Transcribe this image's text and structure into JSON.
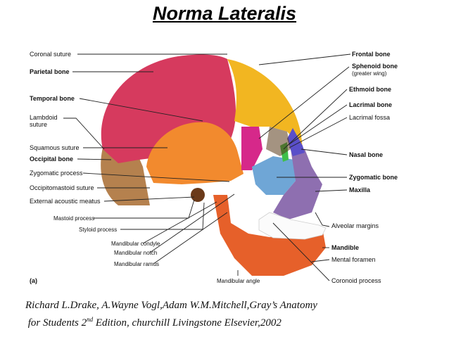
{
  "title": "Norma Lateralis",
  "figure_label": "(a)",
  "labels_left": {
    "coronal_suture": "Coronal suture",
    "parietal_bone": "Parietal bone",
    "temporal_bone": "Temporal bone",
    "lambdoid_suture_1": "Lambdoid",
    "lambdoid_suture_2": "suture",
    "squamous_suture": "Squamous suture",
    "occipital_bone": "Occipital bone",
    "zygomatic_process": "Zygomatic process",
    "occipitomastoid_suture": "Occipitomastoid suture",
    "external_acoustic_meatus": "External acoustic meatus",
    "mastoid_process": "Mastoid process",
    "styloid_process": "Styloid process",
    "mandibular_condyle": "Mandibular condyle",
    "mandibular_notch": "Mandibular notch",
    "mandibular_ramus": "Mandibular ramus",
    "mandibular_angle": "Mandibular angle"
  },
  "labels_right": {
    "frontal_bone": "Frontal bone",
    "sphenoid_bone": "Sphenoid bone",
    "sphenoid_sub": "(greater wing)",
    "ethmoid_bone": "Ethmoid bone",
    "lacrimal_bone": "Lacrimal bone",
    "lacrimal_fossa": "Lacrimal fossa",
    "nasal_bone": "Nasal bone",
    "zygomatic_bone": "Zygomatic bone",
    "maxilla": "Maxilla",
    "alveolar_margins": "Alveolar margins",
    "mandible": "Mandible",
    "mental_foramen": "Mental foramen",
    "coronoid_process": "Coronoid process"
  },
  "citation": {
    "line1": "Richard L.Drake, A.Wayne Vogl,Adam W.M.Mitchell,Gray’s Anatomy",
    "line2_a": "for Students 2",
    "line2_sup": "nd",
    "line2_b": " Edition, churchill Livingstone Elsevier,2002"
  },
  "colors": {
    "parietal": "#d63a5e",
    "frontal": "#f2b621",
    "temporal": "#f28a2e",
    "occipital": "#b5814e",
    "sphenoid": "#d6288a",
    "zygomatic": "#6fa6d6",
    "maxilla": "#8e6fb0",
    "mandible": "#e6602a",
    "nasal": "#5a4fc9",
    "ethmoid": "#3fbf4a"
  }
}
